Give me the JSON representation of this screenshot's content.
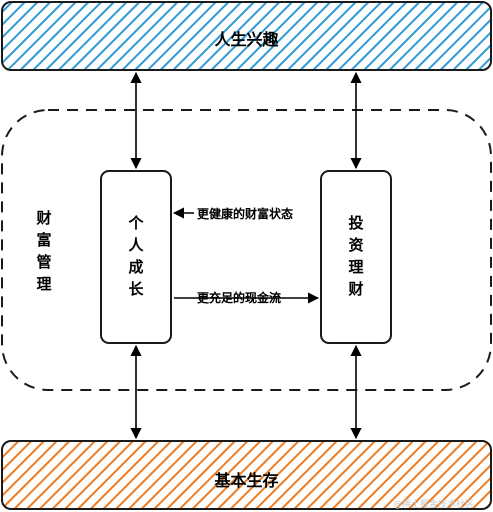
{
  "top_banner": {
    "label": "人生兴趣",
    "color": "#2f9bd6"
  },
  "bottom_banner": {
    "label": "基本生存",
    "color": "#ee7c22"
  },
  "wealth_region": {
    "label": "财富管理"
  },
  "left_box": {
    "label": "个人成长"
  },
  "right_box": {
    "label": "投资理财"
  },
  "flows": {
    "top": "更健康的财富状态",
    "bottom": "更充足的现金流"
  },
  "watermark": "@稀土掘金技术社区"
}
